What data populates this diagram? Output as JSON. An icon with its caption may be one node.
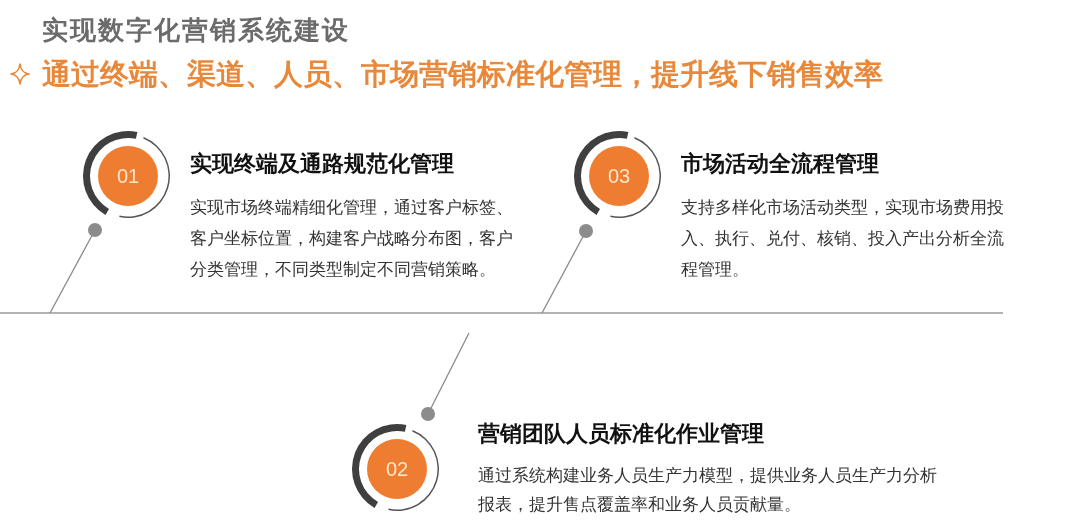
{
  "diagram": {
    "title": "实现数字化营销系统建设",
    "nodes": [
      {
        "text": [
          "01"
        ],
        "beside": [
          "实现终端及通路规范化管理",
          "实现市场终端精细化管理，通过客户标签、客户坐标位置，构建客户战略分布图，客户分类管理，不同类型制定不同营销策略。"
        ]
      },
      {
        "text": [
          "02"
        ],
        "beside": [
          "营销团队人员标准化作业管理",
          "通过系统构建业务人员生产力模型，提供业务人员生产力分析报表，提升售点覆盖率和业务人员贡献量。"
        ]
      },
      {
        "text": [
          "03"
        ],
        "beside": [
          "市场活动全流程管理",
          "支持多样化市场活动类型，实现市场费用投入、执行、兑付、核销、投入产出分析全流程管理。"
        ]
      }
    ],
    "labels": [
      "通过终端、渠道、人员、市场营销标准化管理，提升线下销售效率"
    ]
  }
}
